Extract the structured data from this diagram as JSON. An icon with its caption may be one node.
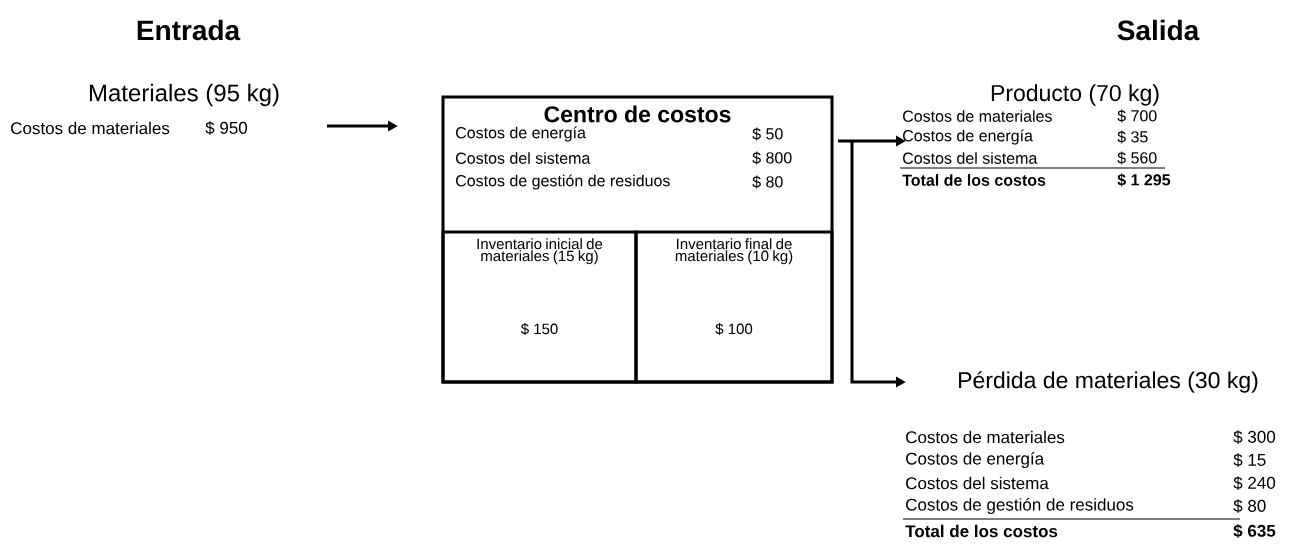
{
  "diagram": {
    "nodes": [
      {
        "text": [
          "Materiales (95 kg)"
        ],
        "beside": [
          "Costos de materiales",
          "$ 950"
        ]
      },
      {
        "text": [
          "Centro de costos",
          "Costos de energía",
          "$ 50",
          "Costos del sistema",
          "$ 800",
          "Costos de gestión de residuos",
          "$ 80"
        ]
      },
      {
        "text": [
          "Inventario inicial de materiales (15 kg)",
          "$ 150"
        ],
        "in": 1
      },
      {
        "text": [
          "Inventario final de materiales (10 kg)",
          "$ 100"
        ],
        "in": 1
      },
      {
        "text": [
          "Producto (70 kg)"
        ],
        "beside": [
          "Costos de materiales",
          "$ 700",
          "Costos de energía",
          "$ 35",
          "Costos del sistema",
          "$ 560",
          "Total de los costos",
          "$ 1 295"
        ]
      },
      {
        "text": [
          "Pérdida de materiales (30 kg)"
        ],
        "beside": [
          "Costos de materiales",
          "$ 300",
          "Costos de energía",
          "$ 15",
          "Costos del sistema",
          "$ 240",
          "Costos de gestión de residuos",
          "$ 80",
          "Total de los costos",
          "$ 635"
        ]
      }
    ],
    "edges": [
      {
        "from": 0,
        "to": 1,
        "arrow": "to"
      },
      {
        "from": 1,
        "to": 4,
        "arrow": "to"
      },
      {
        "from": 1,
        "to": 5,
        "arrow": "to"
      }
    ],
    "labels": [
      "Entrada",
      "Salida"
    ]
  }
}
